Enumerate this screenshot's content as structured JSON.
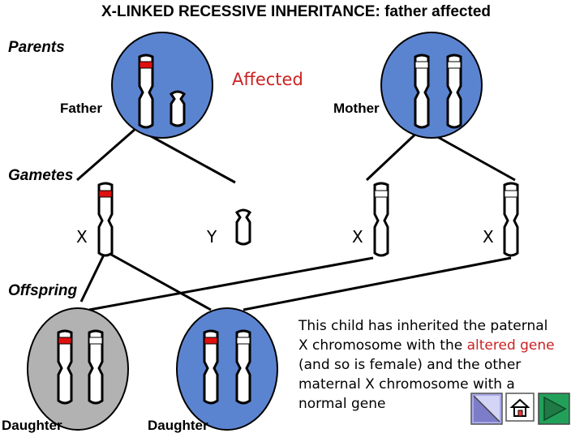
{
  "title": "X-LINKED RECESSIVE INHERITANCE: father affected",
  "sections": {
    "parents": "Parents",
    "gametes": "Gametes",
    "offspring": "Offspring"
  },
  "parents": {
    "father": "Father",
    "mother": "Mother",
    "affected": "Affected"
  },
  "gametes": {
    "g1": "X",
    "g2": "Y",
    "g3": "X",
    "g4": "X"
  },
  "offspring": {
    "left": "Daughter",
    "right": "Daughter"
  },
  "note": {
    "p1": "This child has inherited the paternal X chromosome with the ",
    "highlight": "altered gene",
    "p2": " (and so is female) and the other maternal X chromosome with a normal gene"
  },
  "colors": {
    "affected_fill": "#5b84d0",
    "carrier_fill": "#b2b2b2",
    "altered_gene": "#e01010",
    "normal_gene": "#ffffff",
    "nav_back": "#a9a9e8",
    "nav_forward": "#22a05a"
  },
  "icons": [
    "back-arrow-icon",
    "home-icon",
    "forward-arrow-icon"
  ]
}
